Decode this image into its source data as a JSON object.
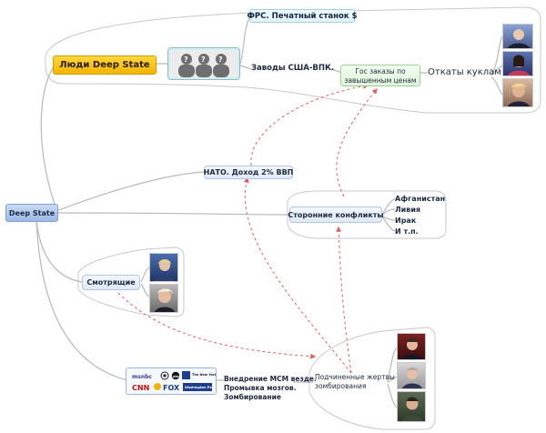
{
  "root": {
    "label": "Deep State"
  },
  "people": {
    "label": "Люди Deep State",
    "icon": "silhouettes-group-icon",
    "fed": "ФРС. Печатный станок $",
    "factories": "Заводы США-ВПК.",
    "contracts_line1": "Гос заказы по",
    "contracts_line2": "завышенным ценам",
    "kickbacks": "Откаты куклам"
  },
  "nato": {
    "label": "НАТО. Доход 2% ВВП"
  },
  "conflicts": {
    "label": "Сторонние конфликты",
    "items": [
      "Афганистан",
      "Ливия",
      "Ирак",
      "И т.п."
    ]
  },
  "overseers": {
    "label": "Смотрящие"
  },
  "media": {
    "logos": [
      "msnbc",
      "CBS",
      "abc",
      "The New York Times",
      "CNN",
      "NBC",
      "FOX",
      "The Washington Post"
    ],
    "line1": "Внедрение МСМ везде.",
    "line2": "Промывка мозгов.",
    "line3": "Зомбирование"
  },
  "subjects": {
    "line1": "Подчиненные жертвы",
    "line2": "зомбирования"
  },
  "colors": {
    "accent_yellow": "#f6c400",
    "dashed_red": "#e06060",
    "connector_gray": "#b8b8b8"
  }
}
